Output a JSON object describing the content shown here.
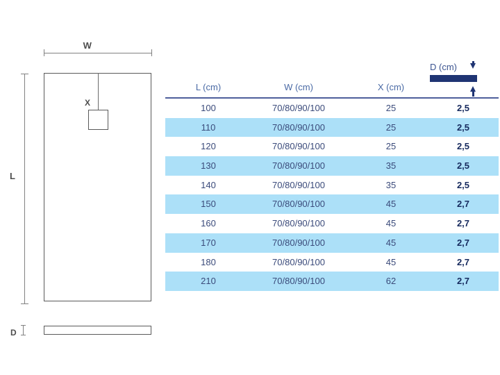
{
  "drawing": {
    "width_label": "W",
    "length_label": "L",
    "drain_offset_label": "X",
    "depth_label": "D",
    "shapes": {
      "tray_outline": "rectangle",
      "drain_square": "square",
      "side_profile_bar": "thin-rectangle"
    }
  },
  "table": {
    "thickness_legend": {
      "label": "D (cm)",
      "bar_color": "#1f3473",
      "arrow_down_icon": "arrow-down-icon",
      "arrow_up_icon": "arrow-up-icon"
    },
    "columns": [
      {
        "key": "l",
        "label": "L (cm)"
      },
      {
        "key": "w",
        "label": "W (cm)"
      },
      {
        "key": "x",
        "label": "X (cm)"
      },
      {
        "key": "d",
        "label": "D (cm)"
      }
    ],
    "rows": [
      {
        "l": "100",
        "w": "70/80/90/100",
        "x": "25",
        "d": "2,5"
      },
      {
        "l": "110",
        "w": "70/80/90/100",
        "x": "25",
        "d": "2,5"
      },
      {
        "l": "120",
        "w": "70/80/90/100",
        "x": "25",
        "d": "2,5"
      },
      {
        "l": "130",
        "w": "70/80/90/100",
        "x": "35",
        "d": "2,5"
      },
      {
        "l": "140",
        "w": "70/80/90/100",
        "x": "35",
        "d": "2,5"
      },
      {
        "l": "150",
        "w": "70/80/90/100",
        "x": "45",
        "d": "2,7"
      },
      {
        "l": "160",
        "w": "70/80/90/100",
        "x": "45",
        "d": "2,7"
      },
      {
        "l": "170",
        "w": "70/80/90/100",
        "x": "45",
        "d": "2,7"
      },
      {
        "l": "180",
        "w": "70/80/90/100",
        "x": "45",
        "d": "2,7"
      },
      {
        "l": "210",
        "w": "70/80/90/100",
        "x": "62",
        "d": "2,7"
      }
    ],
    "colors": {
      "stripe": "#ace0f8",
      "header_text": "#4a6aa5",
      "header_rule": "#4e5f9b",
      "value_text": "#3a4a7a",
      "depth_text": "#162a5e"
    }
  }
}
